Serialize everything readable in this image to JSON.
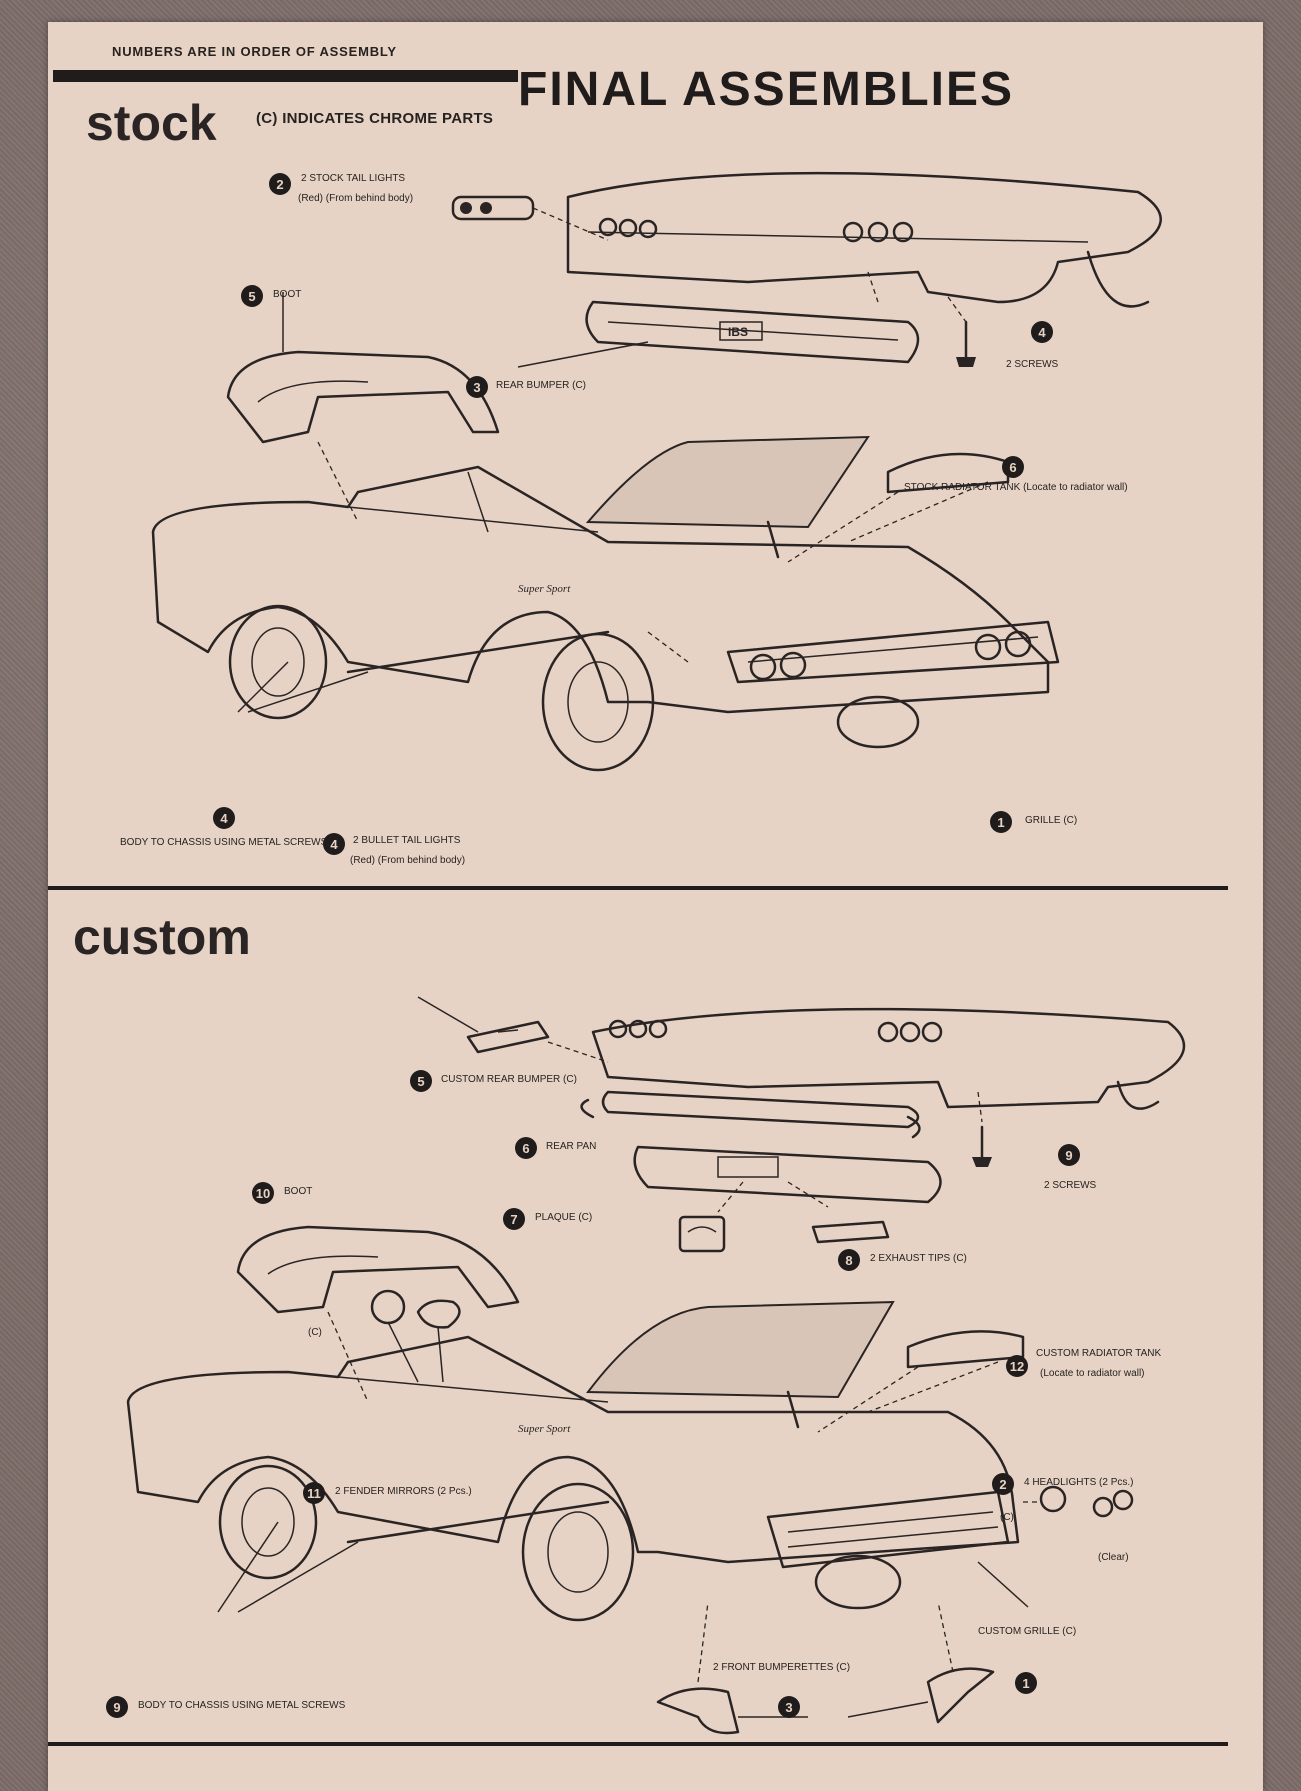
{
  "header": {
    "assembly_note": "NUMBERS ARE IN ORDER OF ASSEMBLY",
    "title": "FINAL ASSEMBLIES",
    "chrome_note": "(C) INDICATES CHROME PARTS"
  },
  "stock": {
    "heading": "stock",
    "callouts": [
      {
        "num": "2",
        "label": "2 STOCK TAIL LIGHTS",
        "sub": "(Red) (From behind body)"
      },
      {
        "num": "5",
        "label": "BOOT"
      },
      {
        "num": "3",
        "label": "REAR BUMPER (C)"
      },
      {
        "num": "4",
        "label": "2 SCREWS"
      },
      {
        "num": "6",
        "label": "STOCK RADIATOR TANK (Locate to radiator wall)"
      },
      {
        "num": "4",
        "label": "BODY TO CHASSIS USING METAL SCREWS"
      },
      {
        "num": "1",
        "label": "GRILLE (C)"
      }
    ],
    "plate_text": "IBS"
  },
  "custom": {
    "heading": "custom",
    "callouts": [
      {
        "num": "4",
        "label": "2 BULLET TAIL LIGHTS",
        "sub": "(Red) (From behind body)"
      },
      {
        "num": "5",
        "label": "CUSTOM REAR BUMPER (C)"
      },
      {
        "num": "6",
        "label": "REAR PAN"
      },
      {
        "num": "9",
        "label": "2 SCREWS"
      },
      {
        "num": "10",
        "label": "BOOT"
      },
      {
        "num": "7",
        "label": "PLAQUE (C)"
      },
      {
        "num": "8",
        "label": "2 EXHAUST TIPS (C)"
      },
      {
        "num": "12",
        "label": "CUSTOM RADIATOR TANK",
        "sub": "(Locate to radiator wall)"
      },
      {
        "num": "11",
        "label": "2 FENDER MIRRORS (2 Pcs.)"
      },
      {
        "num": "2",
        "label": "4 HEADLIGHTS (2 Pcs.)"
      },
      {
        "num": "",
        "label": "CUSTOM GRILLE (C)"
      },
      {
        "num": "3",
        "label": "2 FRONT BUMPERETTES (C)"
      },
      {
        "num": "9",
        "label": "BODY TO CHASSIS USING METAL SCREWS"
      },
      {
        "num": "1",
        "label": ""
      }
    ],
    "mirror_chrome": "(C)",
    "headlight_chrome": "(C)",
    "headlight_clear": "(Clear)"
  },
  "colors": {
    "ink": "#2a2524",
    "paper": "#e6d3c5",
    "carpet": "#7d6d69"
  }
}
